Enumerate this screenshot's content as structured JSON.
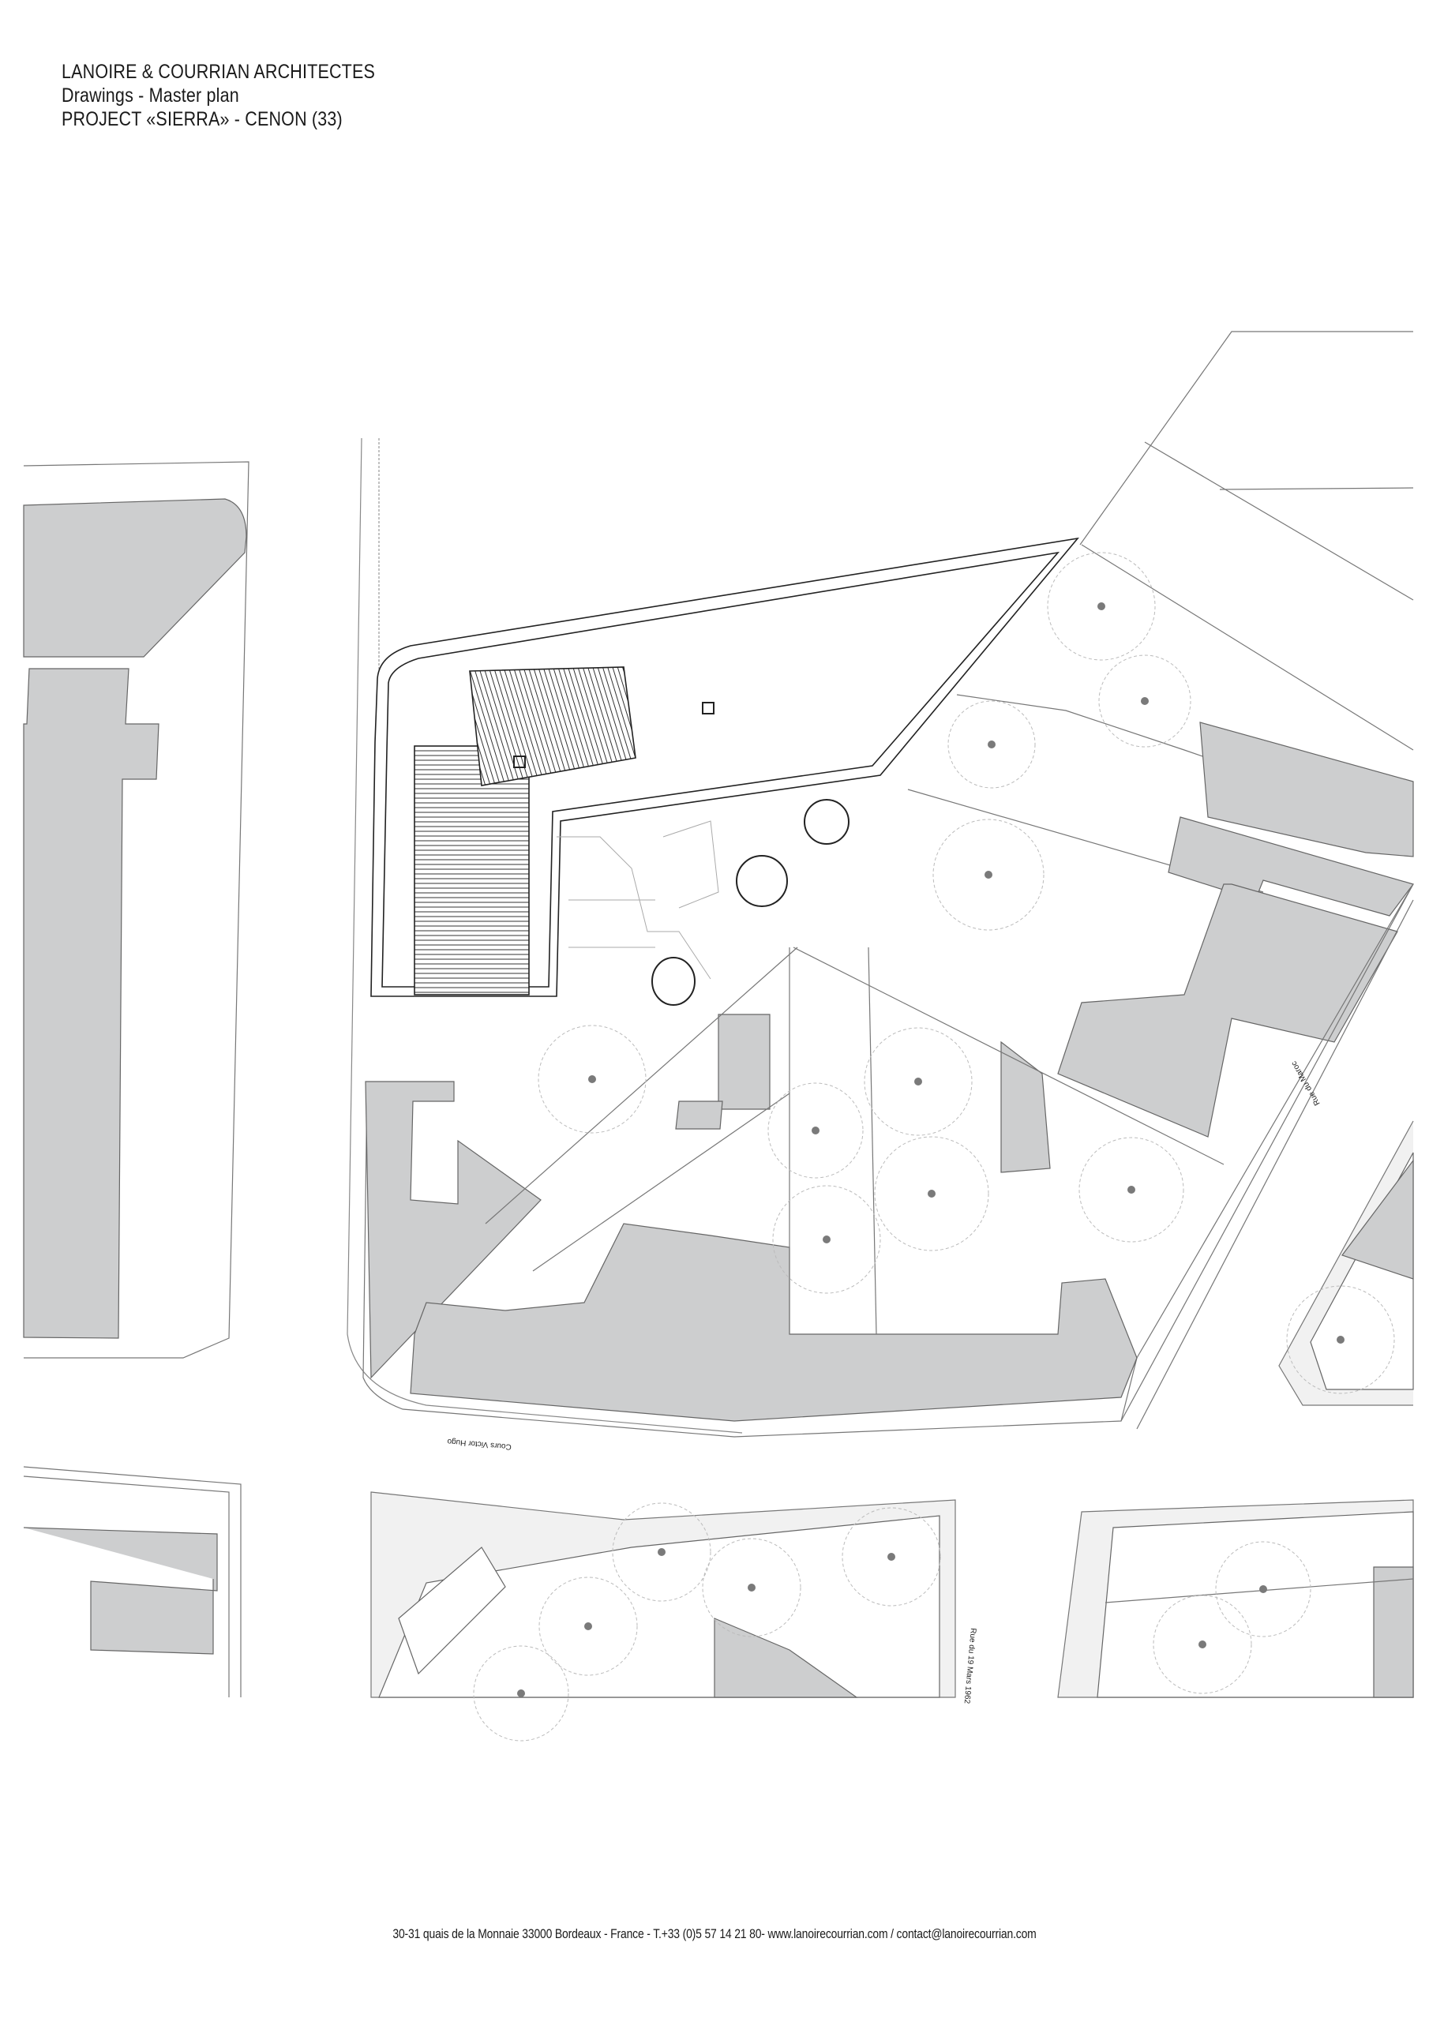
{
  "header": {
    "firm": "LANOIRE & COURRIAN ARCHITECTES",
    "drawing_type": "Drawings - Master plan",
    "project": "PROJECT «SIERRA» - CENON (33)"
  },
  "plan": {
    "streets": [
      {
        "label": "Cours Victor Hugo"
      },
      {
        "label": "Rue du Maroc"
      },
      {
        "label": "Rue du 19 Mars 1962"
      }
    ],
    "colors": {
      "building_fill": "#cdcecf",
      "sidewalk_fill": "#f1f1f1",
      "line": "#555555",
      "tree_trunk": "#7a7a7a"
    }
  },
  "footer": {
    "address": "30-31 quais de la Monnaie 33000 Bordeaux - France - T.+33 (0)5 57 14 21 80- www.lanoirecourrian.com / contact@lanoirecourrian.com"
  }
}
